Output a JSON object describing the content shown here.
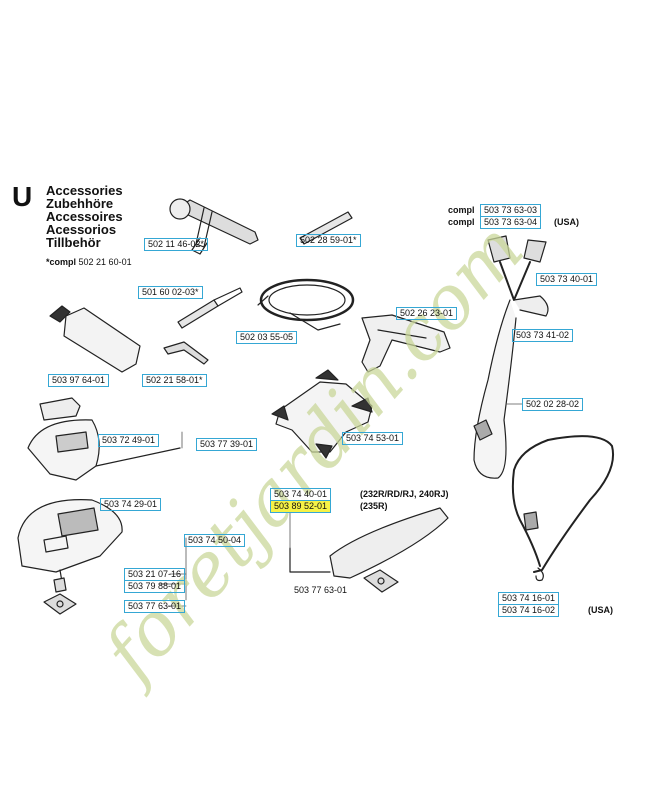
{
  "section": {
    "letter": "U",
    "titles": [
      "Accessories",
      "Zubehhöre",
      "Accessoires",
      "Acessorios",
      "Tillbehör"
    ],
    "compl_prefix": "*compl",
    "compl_part": "502 21 60-01"
  },
  "parts": {
    "p1": "502 11 46-02*",
    "p2": "502 28 59-01*",
    "p3": "501 60 02-03*",
    "p4": "502 03 55-05",
    "p5": "502 26 23-01",
    "p6": "503 97 64-01",
    "p7": "502 21 58-01*",
    "p8": "503 72 49-01",
    "p9": "503 77 39-01",
    "p10": "503 74 53-01",
    "p11": "503 74 29-01",
    "p12": "503 74 50-04",
    "p13": "503 74 40-01",
    "p14": "503 89 52-01",
    "p15": "503 21 07-16",
    "p16": "503 79 88-01",
    "p17": "503 77 63-01",
    "p18": "503 77 63-01",
    "h1": "503 73 63-03",
    "h2": "503 73 63-04",
    "h3": "503 73 40-01",
    "h4": "503 73 41-02",
    "h5": "502 02 28-02",
    "h6": "503 74 16-01",
    "h7": "503 74 16-02"
  },
  "notes": {
    "compl": "compl",
    "usa": "(USA)",
    "models_a": "(232R/RD/RJ, 240RJ)",
    "models_b": "(235R)"
  },
  "watermark": {
    "text": "foretjardin.com",
    "color": "#c9d79a"
  },
  "colors": {
    "label_border": "#35a7d4",
    "highlight": "#f6f246"
  }
}
